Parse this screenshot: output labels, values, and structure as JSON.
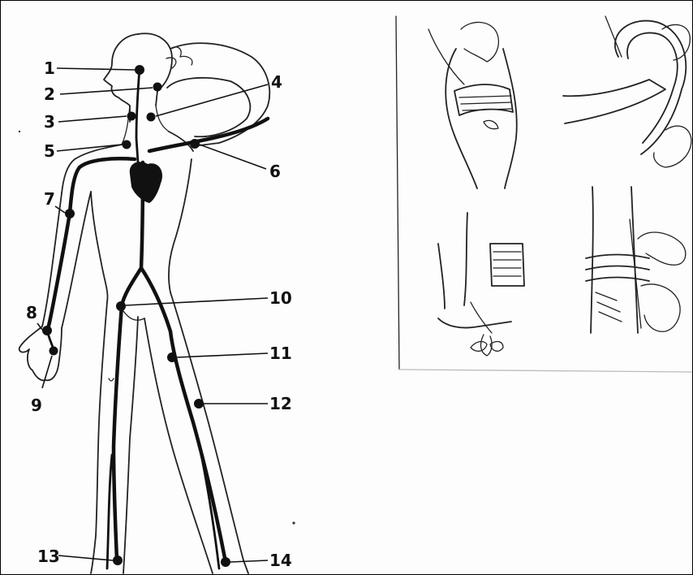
{
  "figure": {
    "left_panel": "body-pressure-points",
    "right_panel": "tourniquet-application-steps"
  },
  "labels": [
    {
      "id": "1",
      "text": "1"
    },
    {
      "id": "2",
      "text": "2"
    },
    {
      "id": "3",
      "text": "3"
    },
    {
      "id": "4",
      "text": "4"
    },
    {
      "id": "5",
      "text": "5"
    },
    {
      "id": "6",
      "text": "6"
    },
    {
      "id": "7",
      "text": "7"
    },
    {
      "id": "8",
      "text": "8"
    },
    {
      "id": "9",
      "text": "9"
    },
    {
      "id": "10",
      "text": "10"
    },
    {
      "id": "11",
      "text": "11"
    },
    {
      "id": "12",
      "text": "12"
    },
    {
      "id": "13",
      "text": "13"
    },
    {
      "id": "14",
      "text": "14"
    }
  ],
  "colors": {
    "ink": "#111111",
    "paper": "#fdfdfd"
  }
}
